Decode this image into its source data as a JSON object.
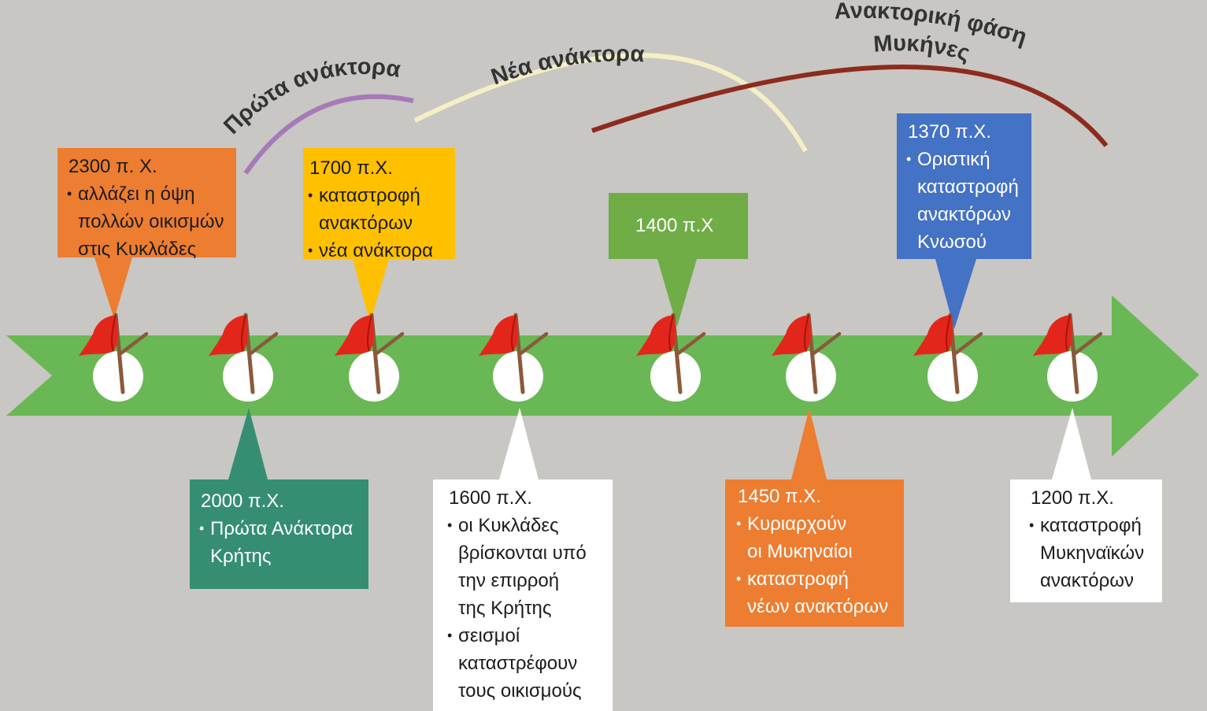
{
  "colors": {
    "background": "#c8c7c3",
    "arrow": "#6ab755",
    "flag_red": "#e3261b",
    "pole_brown": "#8a5a3a",
    "arc_purple": "#a779b8",
    "arc_cream": "#f5efc6",
    "arc_darkred": "#8e2a1e"
  },
  "arcs": {
    "first_palaces": "Πρώτα ανάκτορα",
    "new_palaces": "Νέα ανάκτορα",
    "mycenae_phase": [
      "Ανακτορική φάση",
      "Μυκήνες"
    ]
  },
  "events": [
    {
      "year": "2300 π. Χ.",
      "color": "#ed7d31",
      "bullets": [
        [
          "αλλάζει η όψη",
          "πολλών οικισμών",
          "στις Κυκλάδες"
        ]
      ]
    },
    {
      "year": "2000 π.Χ.",
      "color": "#358e72",
      "bullets": [
        [
          "Πρώτα Ανάκτορα",
          "Κρήτης"
        ]
      ]
    },
    {
      "year": "1700 π.Χ.",
      "color": "#ffc000",
      "bullets": [
        [
          "καταστροφή",
          "ανακτόρων"
        ],
        [
          "νέα ανάκτορα"
        ]
      ]
    },
    {
      "year": "1600 π.Χ.",
      "color": "#ffffff",
      "bullets": [
        [
          "οι Κυκλάδες",
          "βρίσκονται υπό",
          "την επιρροή",
          "της Κρήτης"
        ],
        [
          "σεισμοί",
          "καταστρέφουν",
          "τους οικισμούς"
        ]
      ]
    },
    {
      "year": "1400 π.Χ",
      "color": "#70ad47",
      "bullets": []
    },
    {
      "year": "1450 π.Χ.",
      "color": "#ed7d31",
      "bullets": [
        [
          "Κυριαρχούν",
          "οι Μυκηναίοι"
        ],
        [
          "καταστροφή",
          "νέων ανακτόρων"
        ]
      ]
    },
    {
      "year": "1370 π.Χ.",
      "color": "#4472c4",
      "bullets": [
        [
          "Οριστική",
          "καταστροφή",
          "ανακτόρων",
          "Κνωσού"
        ]
      ]
    },
    {
      "year": "1200 π.Χ.",
      "color": "#ffffff",
      "bullets": [
        [
          "καταστροφή",
          "Μυκηναϊκών",
          "ανακτόρων"
        ]
      ]
    }
  ]
}
